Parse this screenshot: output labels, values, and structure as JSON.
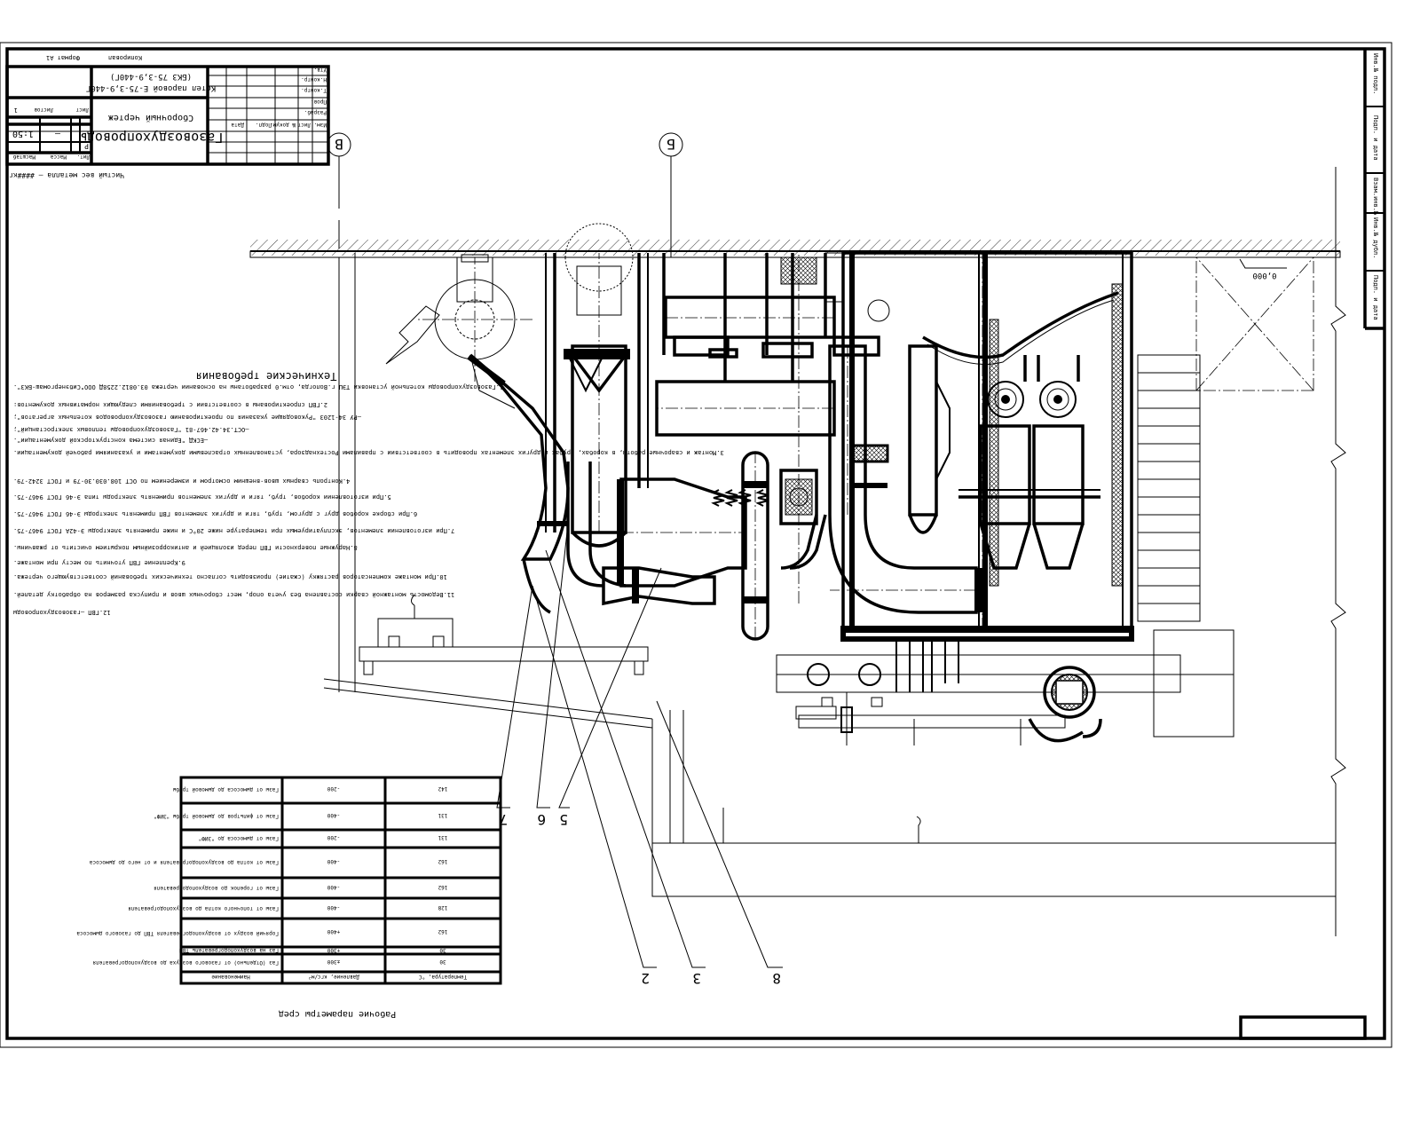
{
  "drawing": {
    "orientation_deg": 180,
    "title_block": {
      "document_title": "Газовоздухопроводы",
      "document_type": "Сборочный чертеж",
      "product_line1": "Котел паровой Е-75-3,9-440Г",
      "product_line2": "(БКЗ 75-3,9-440Г)",
      "scale": "1:50",
      "sheet": "1",
      "sheets_total": "1",
      "letter": "Р",
      "mass": "–",
      "col_litera": "Лит.",
      "col_massa": "Масса",
      "col_masshtab": "Масштаб",
      "col_list": "Лист",
      "col_listov": "Листов",
      "rev_cols": [
        "Изм.",
        "Лист",
        "№ докум.",
        "Подп.",
        "Дата"
      ],
      "roles": [
        "Разраб.",
        "Пров.",
        "Т.контр.",
        "Н.контр.",
        "Утв."
      ],
      "copied": "Копировал",
      "format": "Формат А1"
    },
    "mass_note": "Чистый вес металла — ####кг",
    "technical_requirements": {
      "heading": "Технические требования",
      "items": [
        "1.Газовоздухопроводы котельной установки ТЭЦ г.Вологда, отм.0 разработаны на основании чертежа 03.0812.2258Д ООО\"Сибэнергомаш-БКЗ\".",
        "2.ГВП спроектированы в соответствии с требованиями следующих нормативных документов:",
        "–РУ 34-1203 \"Руководящие указания по проектированию газовоздухопроводов котельных агрегатов\";",
        "–ОСТ.34.42.467-81 \"Газовоздухопроводы тепловых электростанций\";",
        "–ЕСКД \"Единая система конструкторской документации\".",
        "3.Монтаж и сварочные работы, в коробах, трубах и других элементах проводить в соответствии с правилами Ростехнадзора, установленных отраслевыми документами и указаниями рабочей документации.",
        "4.Контроль сварных швов-внешним осмотром и измерением по ОСТ 108.030.30-79 и ГОСТ 3242-79.",
        "5.При изготовлении коробов, труб, тяги и других элементов применять электроды типа Э-46 ГОСТ 9467-75.",
        "6.При сборке коробов друг с другом, труб, тяги и других элементов ГВП применять электроды Э-46 ГОСТ 9467-75.",
        "7.При изготовлении элементов, эксплуатируемых при температуре ниже 20°С и ниже применять электроды Э-42А ГОСТ 9467-75.",
        "8.Наружные поверхности ГВП перед изоляцией и антикоррозийным покрытием очистить от ржавчины.",
        "9.Крепление ГВП уточнить по месту при монтаже.",
        "10.При монтаже компенсаторов растяжку (сжатие) производить согласно технических требований соответствующего чертежа.",
        "11.Ведомость монтажной сварки составлена без учета опор, мест сборочных швов и припуска размеров на обработку деталей.",
        "12.ГВП –газовоздухопроводы"
      ]
    },
    "axes": [
      {
        "id": "axis-v",
        "label": "В"
      },
      {
        "id": "axis-b",
        "label": "Б"
      }
    ],
    "elevation_mark": "0,000",
    "leaders": [
      {
        "id": "leader-7",
        "label": "7"
      },
      {
        "id": "leader-6",
        "label": "6"
      },
      {
        "id": "leader-5",
        "label": "5"
      },
      {
        "id": "leader-2",
        "label": "2"
      },
      {
        "id": "leader-3",
        "label": "3"
      },
      {
        "id": "leader-8",
        "label": "8"
      }
    ],
    "params_table": {
      "title": "Рабочие параметры сред",
      "headers": [
        "Наименование",
        "Давление, кгс/м²",
        "Температура, °С"
      ],
      "rows": [
        {
          "name": "Газ (Отдельно) от газового воздуха до воздухоподогревателя",
          "pressure": "±300",
          "temp": "30"
        },
        {
          "name": "Газ на воздухоподогреватель ТВП",
          "pressure": "+300",
          "temp": "30"
        },
        {
          "name": "Горячий воздух от воздухоподогревателя ТВП до газового дымососа",
          "pressure": "+400",
          "temp": "162"
        },
        {
          "name": "Газы от топочного котла до воздухоподогревателя",
          "pressure": "-400",
          "temp": "128"
        },
        {
          "name": "Газы от горелок до воздухоподогревателя",
          "pressure": "-400",
          "temp": "162"
        },
        {
          "name": "Газы от котла до воздухоподогревателя и от него до дымососа",
          "pressure": "-400",
          "temp": "162"
        },
        {
          "name": "Газы от дымососа до \"ЗИФ\"",
          "pressure": "-200",
          "temp": "131"
        },
        {
          "name": "Газы от фильтров до дымовой трубы \"ЗИФ\"",
          "pressure": "-400",
          "temp": "131"
        },
        {
          "name": "Газы от дымососа до дымовой трубы",
          "pressure": "-200",
          "temp": "142"
        }
      ]
    },
    "side_stamp_fields": [
      "Инв.№ подл.",
      "Подп. и дата",
      "Взам.инв.№",
      "Инв.№ дубл.",
      "Подп. и дата"
    ]
  }
}
